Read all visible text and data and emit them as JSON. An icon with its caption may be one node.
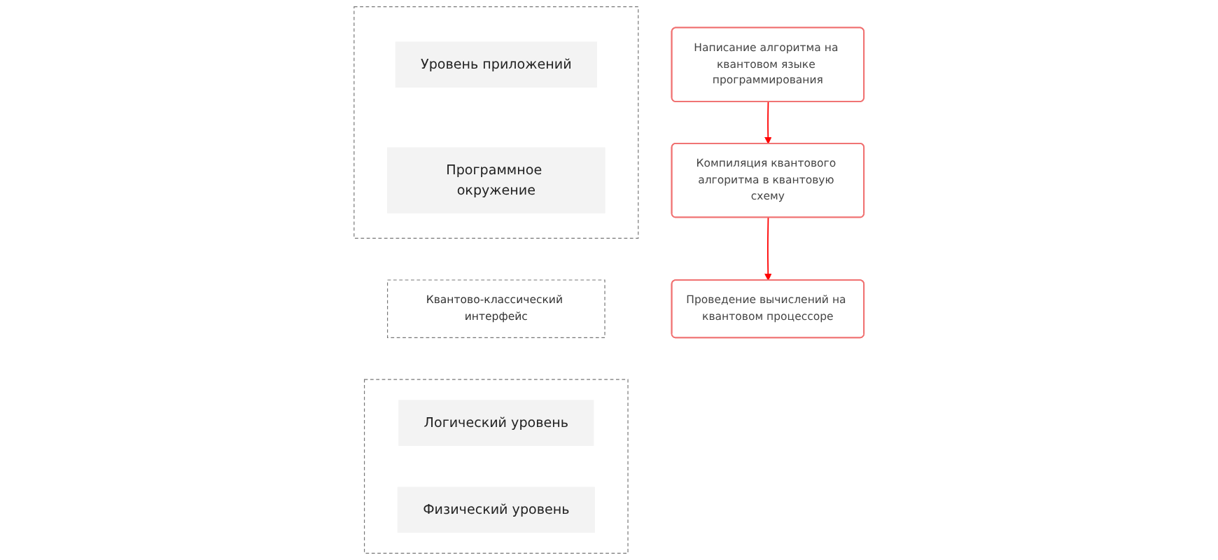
{
  "diagram": {
    "nodes": [
      {
        "text": [],
        "shape": "box"
      },
      {
        "text": [
          "Уровень приложений"
        ],
        "in": 0
      },
      {
        "text": [
          "Программное окружение"
        ],
        "in": 0
      },
      {
        "text": [
          "Квантово-классический интерфейс"
        ]
      },
      {
        "text": [],
        "shape": "box"
      },
      {
        "text": [
          "Логический уровень"
        ],
        "in": 4
      },
      {
        "text": [
          "Физический уровень"
        ],
        "in": 4
      },
      {
        "text": [
          "Написание алгоритма на квантовом языке программирования"
        ]
      },
      {
        "text": [
          "Компиляция квантового алгоритма в квантовую схему"
        ]
      },
      {
        "text": [
          "Проведение вычислений на квантовом процессоре"
        ]
      }
    ],
    "edges": [
      {
        "from": 7,
        "to": 8,
        "arrow": "to"
      },
      {
        "from": 8,
        "to": 9,
        "arrow": "to"
      }
    ]
  }
}
